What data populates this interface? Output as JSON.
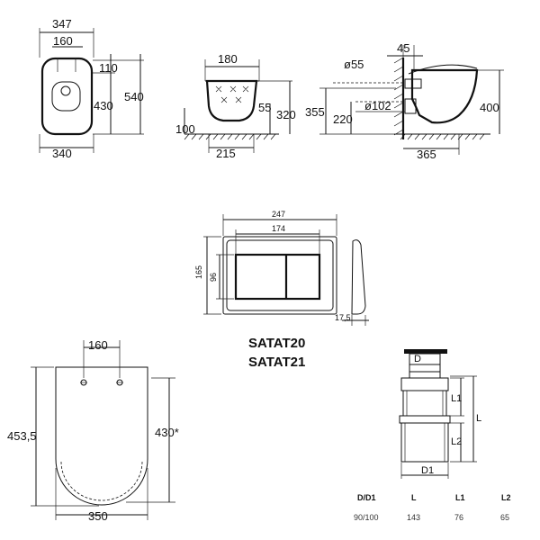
{
  "top_views": {
    "plan": {
      "w_total": "347",
      "w_holes": "160",
      "d_top": "110",
      "d_mid": "430",
      "d_total": "540",
      "w_bottom": "340"
    },
    "front": {
      "w_top": "180",
      "h_100": "100",
      "h_55": "55",
      "h_320": "320",
      "w_bottom": "215"
    },
    "side": {
      "d_45": "45",
      "dia_55": "ø55",
      "dia_102": "ø102",
      "h_355": "355",
      "h_220": "220",
      "h_400": "400",
      "w_bottom": "365"
    }
  },
  "plate": {
    "width": "247",
    "inner_width": "174",
    "height": "165",
    "inner_height": "96",
    "depth": "17,5"
  },
  "models": [
    "SATAT20",
    "SATAT21"
  ],
  "seat": {
    "holes": "160",
    "height": "453,5",
    "height_star": "430*",
    "width": "350"
  },
  "pipe": {
    "label_d": "D",
    "label_d1": "D1",
    "label_l": "L",
    "label_l1": "L1",
    "label_l2": "L2",
    "table": {
      "headers": [
        "D/D1",
        "L",
        "L1",
        "L2"
      ],
      "row": [
        "90/100",
        "143",
        "76",
        "65"
      ]
    }
  }
}
